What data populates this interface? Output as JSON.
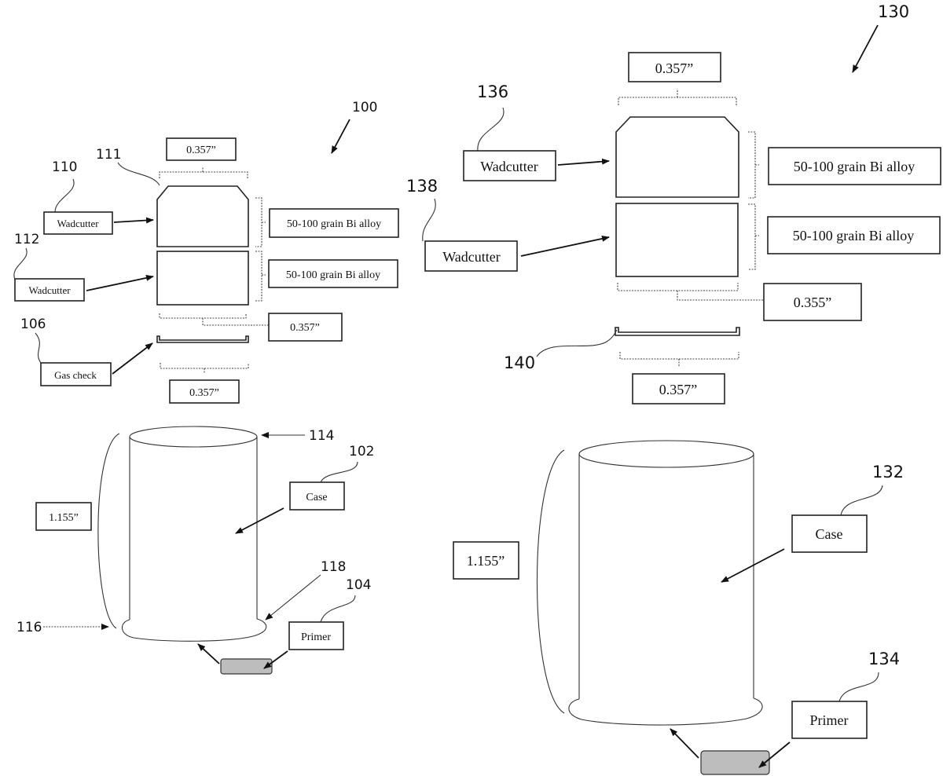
{
  "figures": {
    "left": {
      "ref": "100",
      "bullet_top": {
        "ref": "110",
        "label": "Wadcutter",
        "weight": "50-100 grain Bi alloy",
        "nose_ref": "111"
      },
      "bullet_bottom": {
        "ref": "112",
        "label": "Wadcutter",
        "weight": "50-100 grain Bi alloy"
      },
      "gas_check": {
        "ref": "106",
        "label": "Gas check"
      },
      "dim_top": "0.357”",
      "dim_bullet_bottom": "0.357”",
      "dim_gas_check": "0.357”",
      "case": {
        "ref": "102",
        "label": "Case",
        "height": "1.155”",
        "mouth_ref": "114",
        "base_ref": "116",
        "rim_ref": "118"
      },
      "primer": {
        "ref": "104",
        "label": "Primer"
      }
    },
    "right": {
      "ref": "130",
      "bullet_top": {
        "ref": "136",
        "label": "Wadcutter",
        "weight": "50-100 grain Bi alloy"
      },
      "bullet_bottom": {
        "ref": "138",
        "label": "Wadcutter",
        "weight": "50-100 grain Bi alloy"
      },
      "gas_check": {
        "ref": "140"
      },
      "dim_top": "0.357”",
      "dim_bullet_bottom": "0.355”",
      "dim_gas_check": "0.357”",
      "case": {
        "ref": "132",
        "label": "Case",
        "height": "1.155”"
      },
      "primer": {
        "ref": "134",
        "label": "Primer"
      }
    }
  }
}
